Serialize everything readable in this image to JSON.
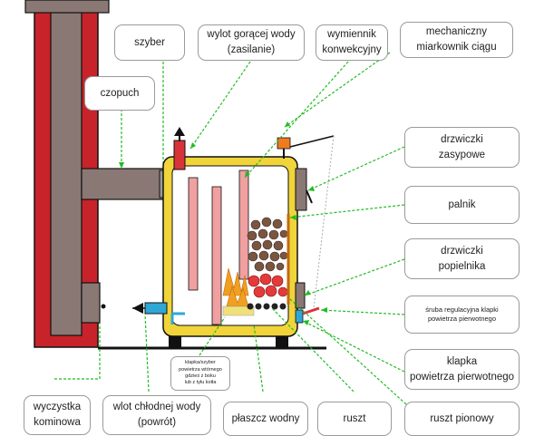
{
  "labels": {
    "szyber": "szyber",
    "wylot": "wylot gorącej wody\n(zasilanie)",
    "wymiennik": "wymiennik\nkonwekcyjny",
    "miarkownik": "mechaniczny\nmiarkownik ciągu",
    "czopuch": "czopuch",
    "drzwiczki_zasypowe": "drzwiczki\nzasypowe",
    "palnik": "palnik",
    "drzwiczki_popielnika": "drzwiczki\npopielnika",
    "sruba": "śruba regulacyjna klapki\npowietrza pierwotnego",
    "klapka_pow": "klapka\npowietrza pierwotnego",
    "klapka_szyber": "klapka/szyber\npowietrza wtórnego\ngdzieś z boku\nlub z tyłu kotła",
    "wyczystka": "wyczystka\nkominowa",
    "wlot": "wlot chłodnej wody\n(powrót)",
    "plaszcz": "płaszcz wodny",
    "ruszt": "ruszt",
    "ruszt_pionowy": "ruszt pionowy"
  },
  "colors": {
    "chimney_red": "#c8232a",
    "chimney_grey": "#8a7874",
    "water_jacket": "#f0d43a",
    "hot_water": "#d9333a",
    "cold_water": "#2fa7d6",
    "exchanger": "#f0a0a0",
    "leader_line": "#22bb22",
    "coal": "#7a5542",
    "fire": "#f0a020"
  }
}
